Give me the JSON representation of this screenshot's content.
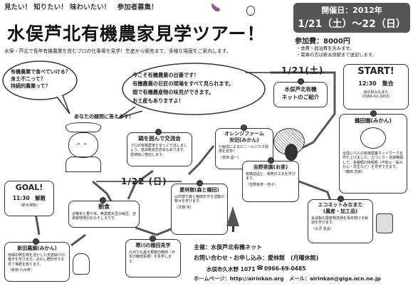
{
  "header": {
    "tagline": "見たい！ 知りたい！ 味わいたい！　参加者募集！",
    "title": "水俣芦北有機農家見学ツアー！",
    "subtitle": "水俣・芦北で長年有機農業を営むプロの仕事場を見学！生産から販売まで、多様な場面をご案内します。"
  },
  "event": {
    "date_label": "開催日：2012年",
    "date_range": "1/21（土）～22（日）",
    "fee": "参加費：8000円",
    "note1": "・食費・宿泊費を含みます。",
    "note2": "・電車の方は新水俣駅まで送迎します。"
  },
  "bubbles": {
    "questions": "有機農業で食べていける？\n身土不二って？\n持続的農業って？",
    "answer_caption": "あなたの疑問に答えます！",
    "invite": "今こそ有機農業の出番です！\n有機農業の巨匠の現場をすべて見られます。\n畑で有機農産物の味見ができます。\nお土産もありますよ！"
  },
  "day1": {
    "label": "1/21(土)",
    "start": "START!",
    "start_time": "12:30　集合",
    "start_place": "道の駅みなまた\n（0966-62-2003）",
    "intro": "水俣芦北有機\nネットのご紹介"
  },
  "day2": {
    "label": "1/22 (日)",
    "goal": "GOAL!",
    "goal_time": "11:30　解散",
    "goal_place": "（新水俣駅）"
  },
  "stops": {
    "kouryukai_title": "鍋を囲んで交流会",
    "kouryukai_text": "プロの有機農家とゆっくり話しましょう。自由軌道交流会もあります。愛林館に宿泊します。",
    "orange_title": "オレンジファーム\n安田(みかん)",
    "orange_text": "七面鳥によるビニールハウス除草を見学！",
    "orange_person": "（安田 昌一）",
    "tsuruda_title": "鶴田園(みかん)",
    "tsuruda_text": "全国レベルの有機農業ネットワークを作り上げました。土づくり・流通等関して、多種類の柑橘類（不知火・桜みかん・早生など）を見学できます。",
    "tsuruda_person": "（鶴田 志郎）",
    "aigen_title": "愛林館(森と棚田)",
    "aigen_text": "山村部で森と棚田を守る活動の数々を学びます。",
    "aigen_person": "（沢畑 亨）",
    "yoshii_title": "吉野茶園(お茶)",
    "yoshii_text": "有機認証と、販売の工夫を学びます。",
    "yoshii_person": "（吉野幸男・啓子）",
    "eco_title": "エコネットみなまた\n(農産・加工品)",
    "eco_text": "会員制の農産物流通を長年続ける秘訣を学びます。",
    "eco_person": "（大沢 忠夫）",
    "choshoku_title": "朝食",
    "choshoku_text": "合鴨米と香り米、無農薬大豆の納豆、自家製味噌のおみそしるです。",
    "kubo_title": "寒川の棚田見学",
    "kubo_text": "九州でも最大規模の棚田（日本の棚田百選）を見学します。",
    "shinta_title": "新田農園(みかん)",
    "shinta_text": "地域の微生物を活かした天恵緑汁の働きを学びます。ほかし肥料作りを見て堆肥を知ります。",
    "shinta_person": "（新田 九州男）"
  },
  "footer": {
    "organizer": "主催：水俣芦北有機ネット",
    "contact": "お問い合わせ・お申し込み：愛林館　(月曜休館)",
    "address": "水俣市久木野 1071",
    "phone": "0966-69-0485",
    "web": "ホームページ：http://airinkan.org　メール：airinkan@giga.ocn.ne.jp"
  }
}
